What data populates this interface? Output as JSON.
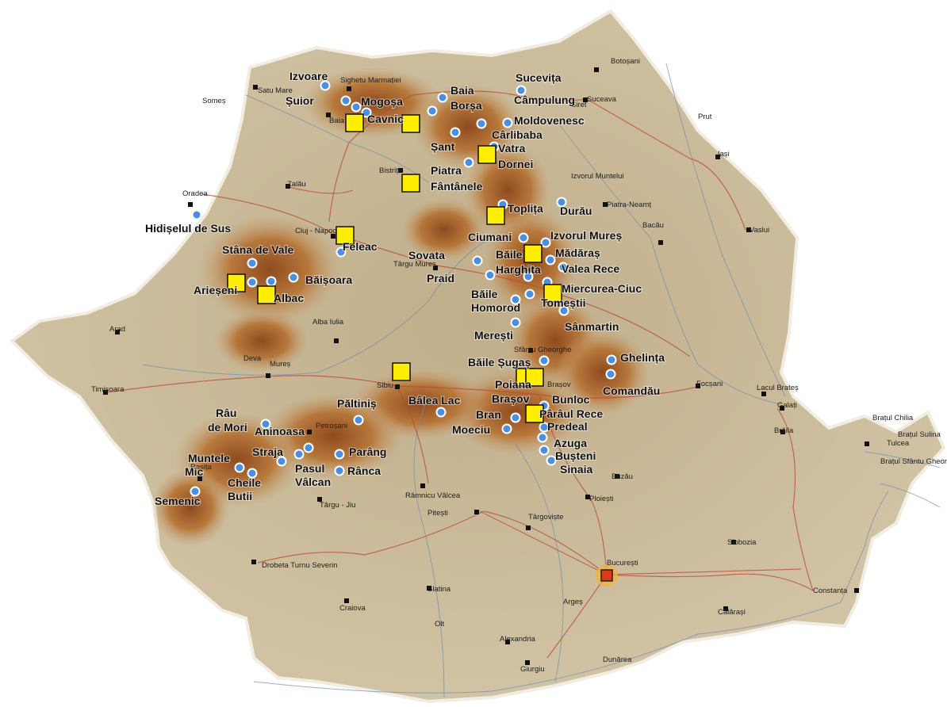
{
  "colors": {
    "land": "#b9a88a",
    "mountain_mid": "#b7783b",
    "mountain_high": "#8f4a1e",
    "border": "#f2ede2",
    "danube": "#6f8fb0",
    "resort_marker": "#4a8fe0",
    "square_marker": "#ffee00",
    "capital": "#d93a1a"
  },
  "capital_city": "București",
  "resort_labels": [
    "Izvoare",
    "Șuior",
    "Mogoșa",
    "Baia",
    "Borșa",
    "Cavnic",
    "Sucevița",
    "Câmpulung",
    "Moldovenesc",
    "Cârlibaba",
    "Șant",
    "Vatra",
    "Dornei",
    "Piatra",
    "Fântânele",
    "Toplița",
    "Durău",
    "Hidișelul de Sus",
    "Feleac",
    "Ciumani",
    "Izvorul Mureș",
    "Sovata",
    "Băile",
    "Harghita",
    "Mădăraș",
    "Praid",
    "Valea Rece",
    "Stâna de Vale",
    "Arieșeni",
    "Albac",
    "Băișoara",
    "Miercurea-Ciuc",
    "Băile",
    "Homorod",
    "Tomeștii",
    "Sânmartin",
    "Merești",
    "Băile Șugaș",
    "Ghelința",
    "Poiana",
    "Brașov",
    "Comandău",
    "Bunloc",
    "Bâlea Lac",
    "Bran",
    "Pârâul Rece",
    "Moeciu",
    "Predeal",
    "Azuga",
    "Bușteni",
    "Sinaia",
    "Păltiniș",
    "Râu",
    "de Mori",
    "Aninoasa",
    "Parâng",
    "Muntele",
    "Mic",
    "Straja",
    "Pasul",
    "Vâlcan",
    "Rânca",
    "Cheile",
    "Butii",
    "Semenic"
  ],
  "city_labels": [
    "Satu Mare",
    "Sighetu Marmației",
    "Baia Mare",
    "Botoșani",
    "Suceava",
    "Bistrița",
    "Iași",
    "Zalău",
    "Oradea",
    "Piatra-Neamț",
    "Cluj - Napoca",
    "Târgu Mureș",
    "Bacău",
    "Vaslui",
    "Arad",
    "Alba Iulia",
    "Deva",
    "Timișoara",
    "Sibiu",
    "Sfântu Gheorghe",
    "Brașov",
    "Focșani",
    "Lacul Brateș",
    "Galați",
    "Brăila",
    "Tulcea",
    "Reșița",
    "Petroșani",
    "Râmnicu Vâlcea",
    "Târgu - Jiu",
    "Pitești",
    "Târgoviște",
    "Buzău",
    "Ploiești",
    "Slobozia",
    "Drobeta Turnu Severin",
    "Slatina",
    "Craiova",
    "Alexandria",
    "Giurgiu",
    "Călărași",
    "Constanța",
    "Brațul Sulina",
    "Brațul Sfântu Gheorghe",
    "Brațul Chilia",
    "Argeș",
    "Olt",
    "Dunărea",
    "Siret",
    "Prut",
    "Mureș",
    "Someș",
    "Izvorul Muntelui"
  ]
}
